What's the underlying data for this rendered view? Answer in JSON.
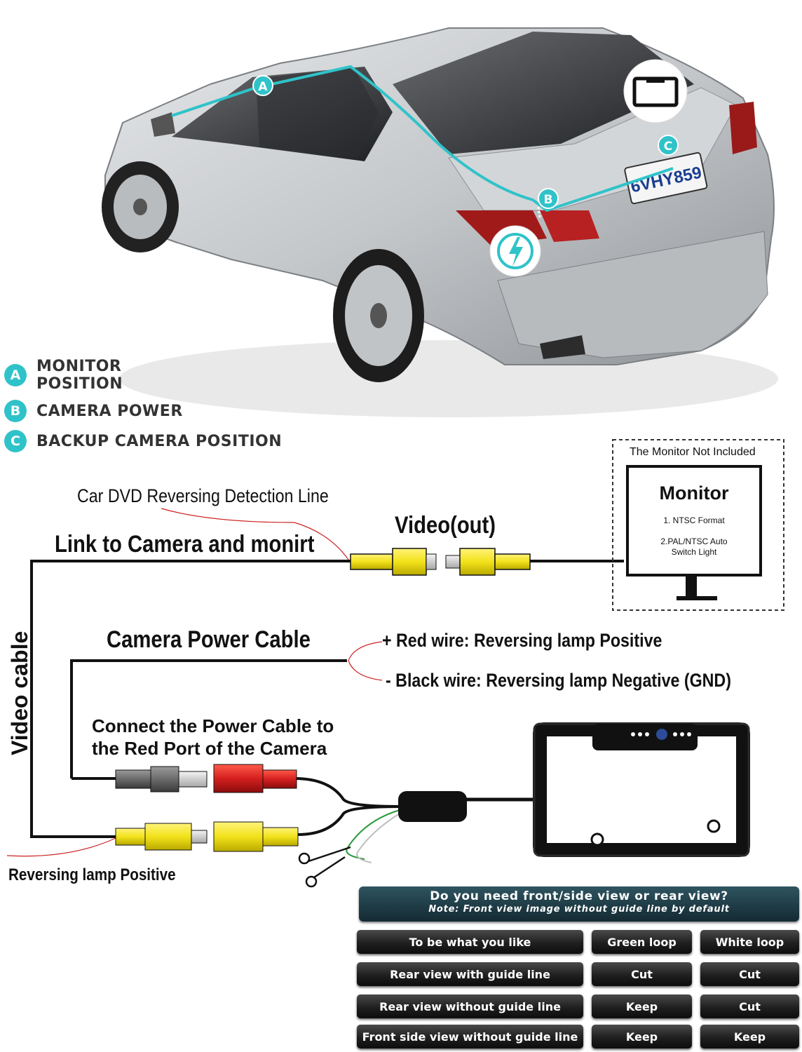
{
  "car": {
    "plate": "6VHY859",
    "markers": [
      "A",
      "B",
      "C"
    ]
  },
  "legend": [
    {
      "letter": "A",
      "line1": "MONITOR",
      "line2": "POSITION"
    },
    {
      "letter": "B",
      "line1": "CAMERA POWER",
      "line2": ""
    },
    {
      "letter": "C",
      "line1": "BACKUP CAMERA POSITION",
      "line2": ""
    }
  ],
  "wiring": {
    "dvd_detection": "Car DVD Reversing Detection Line",
    "video_out": "Video(out)",
    "link_label": "Link to Camera and monirt",
    "video_cable": "Video cable",
    "power_cable": "Camera Power Cable",
    "red_wire": "+ Red wire: Reversing lamp Positive",
    "black_wire": "- Black wire: Reversing lamp Negative (GND)",
    "connect_line1": "Connect the Power Cable to",
    "connect_line2": "the Red Port of the Camera",
    "reversing_positive": "Reversing lamp Positive"
  },
  "monitor": {
    "not_included": "The Monitor Not Included",
    "title": "Monitor",
    "spec1": "1. NTSC Format",
    "spec2_line1": "2.PAL/NTSC Auto",
    "spec2_line2": "Switch Light"
  },
  "options_table": {
    "title": "Do you need front/side view or rear view?",
    "note": "Note: Front view image without guide line by default",
    "header": [
      "To be what you like",
      "Green loop",
      "White loop"
    ],
    "rows": [
      [
        "Rear view with guide line",
        "Cut",
        "Cut"
      ],
      [
        "Rear view without guide line",
        "Keep",
        "Cut"
      ],
      [
        "Front side view without guide line",
        "Keep",
        "Keep"
      ]
    ]
  },
  "colors": {
    "accent_teal": "#2fc3c9",
    "connector_yellow": "#f2e21a",
    "connector_red": "#d41f1f",
    "button_dark": "#1f1f1f",
    "banner_teal": "#1e3a44"
  }
}
